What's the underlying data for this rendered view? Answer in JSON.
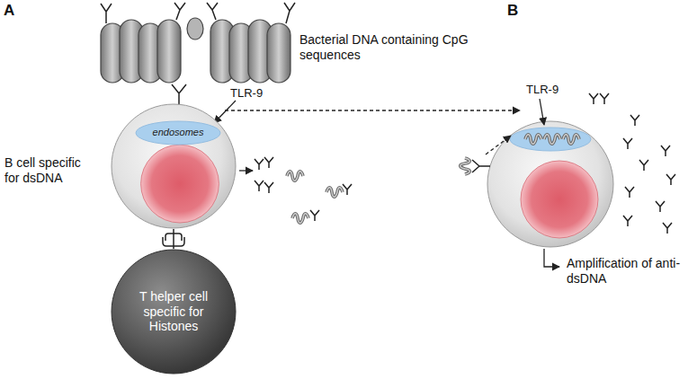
{
  "diagram": {
    "nodes": [
      {
        "text": [
          "B cell specific for dsDNA"
        ]
      },
      {
        "text": [
          "endosomes"
        ],
        "in": 0
      },
      {
        "text": [
          "T helper cell specific for Histones"
        ]
      }
    ],
    "edges": [
      {
        "from": 0,
        "to": 2,
        "arrow": "none"
      }
    ],
    "labels": [
      "A",
      "Bacterial DNA containing CpG sequences",
      "TLR-9",
      "B",
      "TLR-9",
      "Amplification of anti-dsDNA"
    ]
  }
}
